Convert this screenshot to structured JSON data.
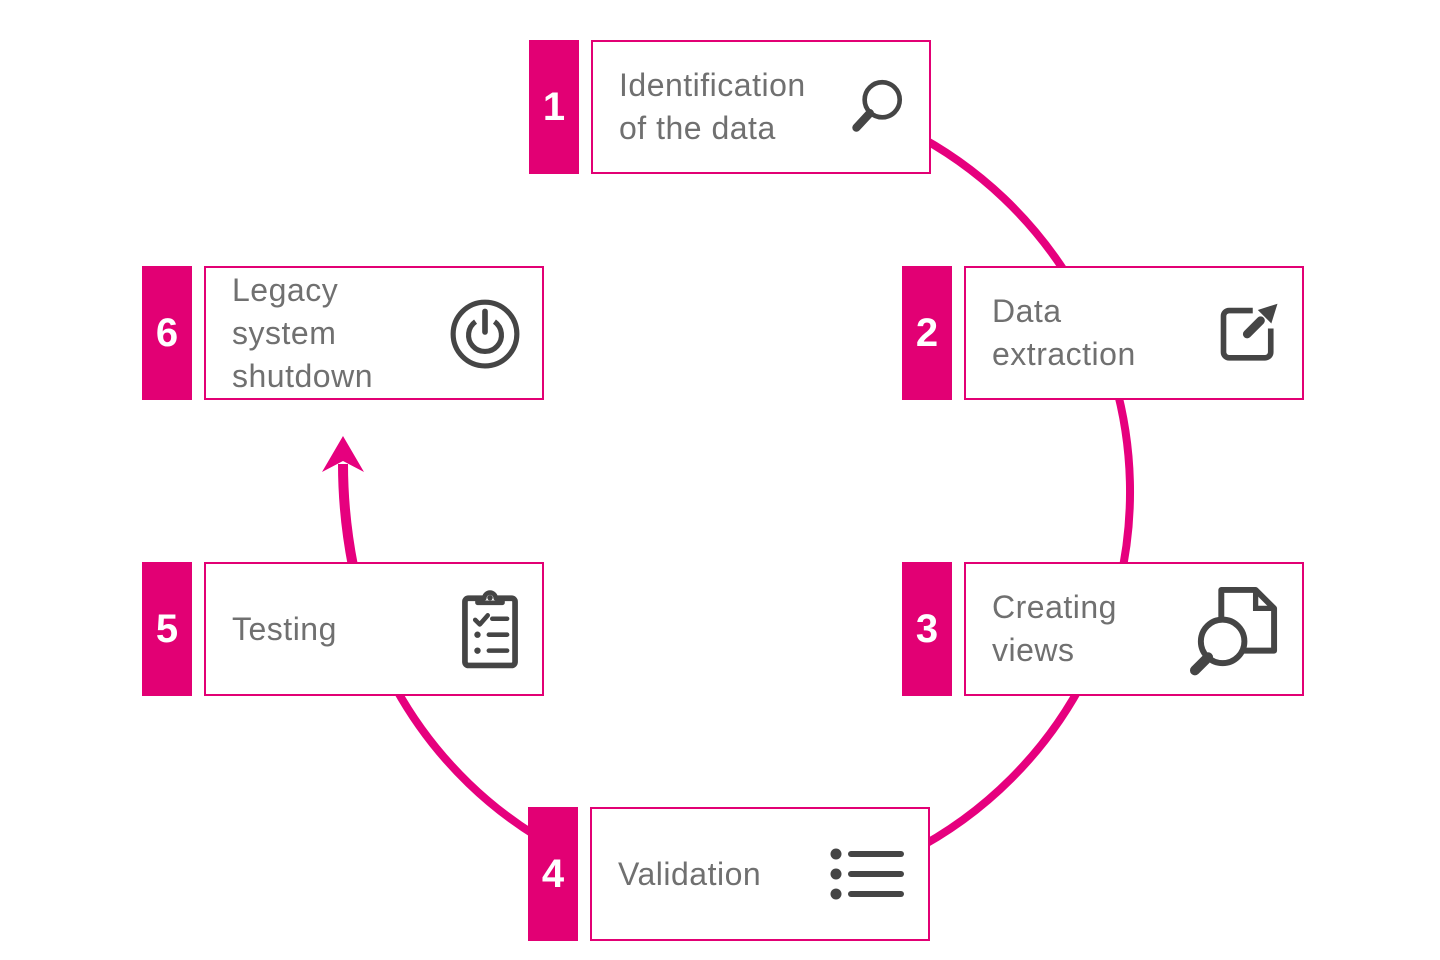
{
  "diagram": {
    "name": "Data migration process cycle",
    "colors": {
      "magenta": "#E20074",
      "arc_magenta": "#E6007E",
      "label_gray": "#707070",
      "icon_gray": "#454545",
      "background": "#FFFFFF"
    },
    "steps": [
      {
        "number": "1",
        "label": "Identification\nof the data",
        "icon": "search-icon"
      },
      {
        "number": "2",
        "label": "Data\nextraction",
        "icon": "external-link-icon"
      },
      {
        "number": "3",
        "label": "Creating\nviews",
        "icon": "document-search-icon"
      },
      {
        "number": "4",
        "label": "Validation",
        "icon": "bullet-list-icon"
      },
      {
        "number": "5",
        "label": "Testing",
        "icon": "clipboard-checklist-icon"
      },
      {
        "number": "6",
        "label": "Legacy system\nshutdown",
        "icon": "power-icon"
      }
    ],
    "connectors": {
      "arcs": [
        "step1-step2",
        "step2-step3",
        "step3-step4",
        "step4-step5"
      ],
      "arrow": "step5-step6"
    }
  }
}
